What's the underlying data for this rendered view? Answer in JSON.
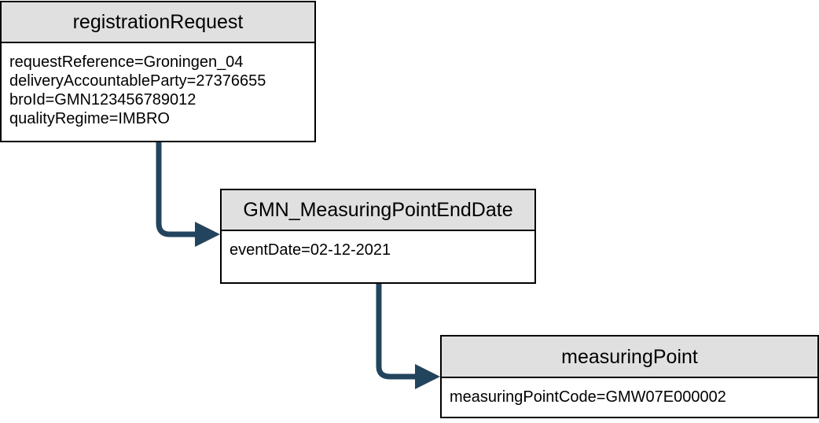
{
  "colors": {
    "header_fill": "#e0e0e0",
    "border": "#000000",
    "connector": "#23445d"
  },
  "nodes": [
    {
      "title": "registrationRequest",
      "attributes": [
        "requestReference=Groningen_04",
        "deliveryAccountableParty=27376655",
        "broId=GMN123456789012",
        "qualityRegime=IMBRO"
      ]
    },
    {
      "title": "GMN_MeasuringPointEndDate",
      "attributes": [
        "eventDate=02-12-2021"
      ]
    },
    {
      "title": "measuringPoint",
      "attributes": [
        "measuringPointCode=GMW07E000002"
      ]
    }
  ]
}
